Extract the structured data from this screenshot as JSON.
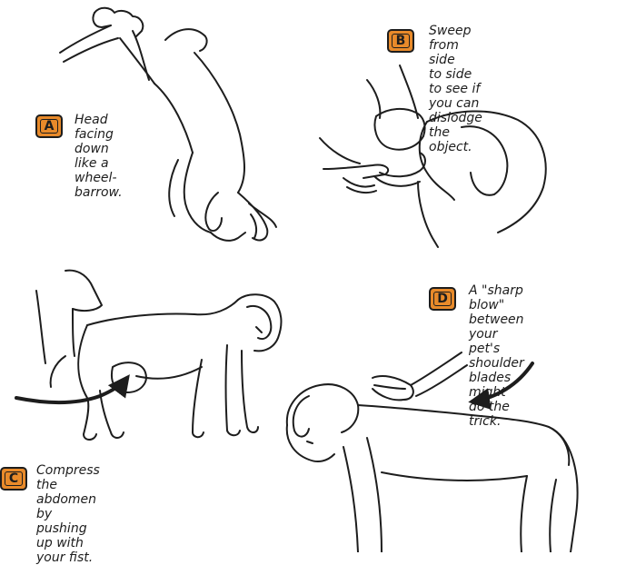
{
  "accent_color": "#e88a2a",
  "line_color": "#1d1d1d",
  "steps": [
    {
      "letter": "A",
      "caption": "Head\nfacing\ndown\nlike a\nwheel-\nbarrow."
    },
    {
      "letter": "B",
      "caption": "Sweep from side\nto side to see if\nyou can dislodge\nthe object."
    },
    {
      "letter": "C",
      "caption": "Compress the\nabdomen by\npushing up with\nyour fist."
    },
    {
      "letter": "D",
      "caption": "A \"sharp blow\"\nbetween your pet's\nshoulder blades\nmight do the trick."
    }
  ]
}
